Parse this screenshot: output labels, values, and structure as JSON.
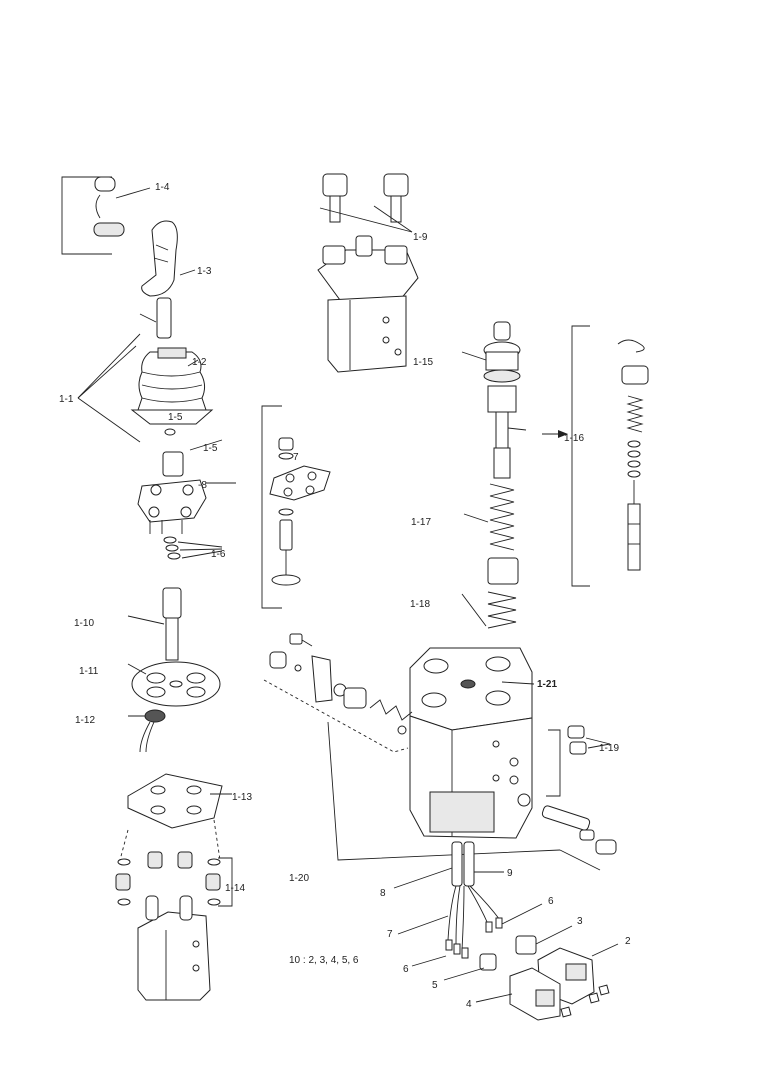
{
  "diagram": {
    "labels": {
      "l1_1": "1-1",
      "l1_2": "1-2",
      "l1_3": "1-3",
      "l1_4": "1-4",
      "l1_5a": "1-5",
      "l1_5b": "1-5",
      "l1_6": "1-6",
      "l1_7": "7",
      "l1_8": "-8",
      "l1_9": "1-9",
      "l1_10": "1-10",
      "l1_11": "1-11",
      "l1_12": "1-12",
      "l1_13": "1-13",
      "l1_14": "1-14",
      "l1_15": "1-15",
      "l1_16": "1-16",
      "l1_17": "1-17",
      "l1_18": "1-18",
      "l1_19": "1-19",
      "l1_20": "1-20",
      "l1_21": "1-21",
      "n2": "2",
      "n3": "3",
      "n4": "4",
      "n5": "5",
      "n6a": "6",
      "n6b": "6",
      "n7": "7",
      "n8": "8",
      "n9": "9",
      "note": "10 : 2, 3, 4, 5, 6"
    }
  }
}
